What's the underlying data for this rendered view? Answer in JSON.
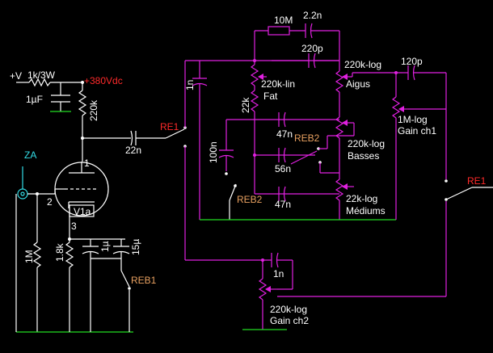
{
  "supply": {
    "node": "+V",
    "resistor": "1k/3W",
    "cap": "1µF",
    "voltage": "+380Vdc",
    "plate_res": "220k"
  },
  "input": {
    "name": "ZA",
    "grid_res": "1M",
    "cathode_res": "1.8k",
    "cap1": "1µ",
    "cap2": "15µ"
  },
  "tube": {
    "name": "V1a",
    "pins": [
      "1",
      "2",
      "3"
    ]
  },
  "coupling": "22n",
  "relays": {
    "re1_left": "RE1",
    "re1_right": "RE1",
    "reb1": "REB1",
    "reb2_top": "REB2",
    "reb2_bottom": "REB2"
  },
  "tone": {
    "bright_cap": "1n",
    "fat_cap": "100n",
    "fat_res": "22k",
    "fat_pot": "220k-lin",
    "fat_label": "Fat",
    "r10m": "10M",
    "c22n": "2.2n",
    "c220p": "220p",
    "aigus_pot": "220k-log",
    "aigus_label": "Aigus",
    "c47n_top": "47n",
    "basses_pot": "220k-log",
    "basses_label": "Basses",
    "c56n": "56n",
    "c47n_bottom": "47n",
    "mediums_pot": "22k-log",
    "mediums_label": "Médiums",
    "c120p": "120p",
    "gain1_pot": "1M-log",
    "gain1_label": "Gain ch1",
    "c1n_bottom": "1n",
    "gain2_pot": "220k-log",
    "gain2_label": "Gain ch2"
  }
}
